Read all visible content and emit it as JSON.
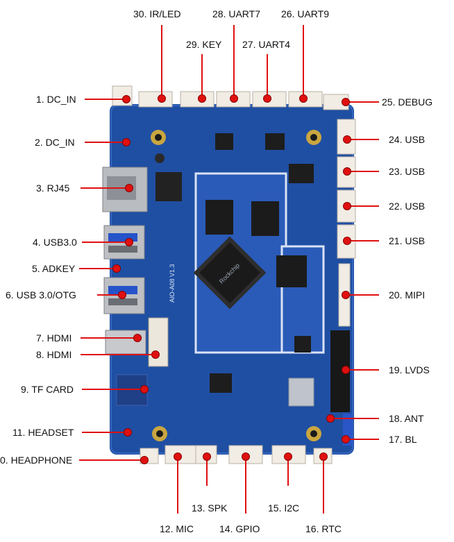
{
  "colors": {
    "pcb": "#1f4fa3",
    "accent": "#e01010",
    "connector": "#f1ece4"
  },
  "labels": {
    "l30": "30. IR/LED",
    "l29": "29. KEY",
    "l28": "28. UART7",
    "l27": "27. UART4",
    "l26": "26. UART9",
    "l1": "1. DC_IN",
    "l2": "2.  DC_IN",
    "l3": "3. RJ45",
    "l4": "4. USB3.0",
    "l5": "5.  ADKEY",
    "l6": "6. USB 3.0/OTG",
    "l7": "7.  HDMI",
    "l8": "8.  HDMI",
    "l9": "9.  TF CARD",
    "l11": "11.  HEADSET",
    "l10": "0.  HEADPHONE",
    "l25": "25. DEBUG",
    "l24": "24. USB",
    "l23": "23. USB",
    "l22": "22. USB",
    "l21": "21. USB",
    "l20": "20. MIPI",
    "l19": "19. LVDS",
    "l18": "18. ANT",
    "l17": "17. BL",
    "l13": "13. SPK",
    "l15": "15. I2C",
    "l12": "12. MIC",
    "l14": "14. GPIO",
    "l16": "16. RTC"
  },
  "board": {
    "silk": "AIO-A08 V1.3",
    "soc_brand": "Rockchip"
  }
}
